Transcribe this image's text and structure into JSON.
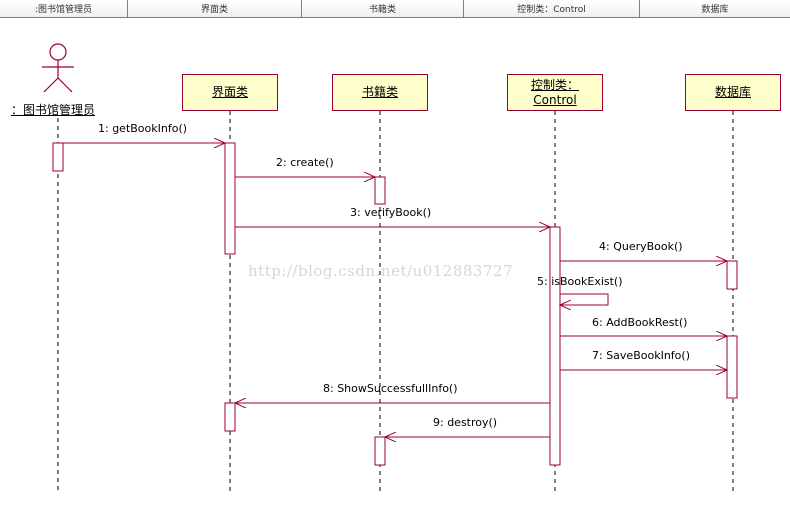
{
  "header": {
    "columns": [
      ":图书馆管理员",
      "界面类",
      "书籍类",
      "控制类：Control",
      "数据库"
    ]
  },
  "actor": {
    "label": "：图书馆管理员"
  },
  "objects": {
    "ui": "界面类",
    "book": "书籍类",
    "control_line1": "控制类：",
    "control_line2": "Control",
    "db": "数据库"
  },
  "messages": {
    "m1": "1: getBookInfo()",
    "m2": "2: create()",
    "m3": "3: verifyBook()",
    "m4": "4: QueryBook()",
    "m5": "5: isBookExist()",
    "m6": "6: AddBookRest()",
    "m7": "7: SaveBookInfo()",
    "m8": "8: ShowSuccessfullInfo()",
    "m9": "9: destroy()"
  },
  "watermark": "http://blog.csdn.net/u012883727",
  "colors": {
    "line": "#990033",
    "box_fill": "#ffffcc"
  }
}
